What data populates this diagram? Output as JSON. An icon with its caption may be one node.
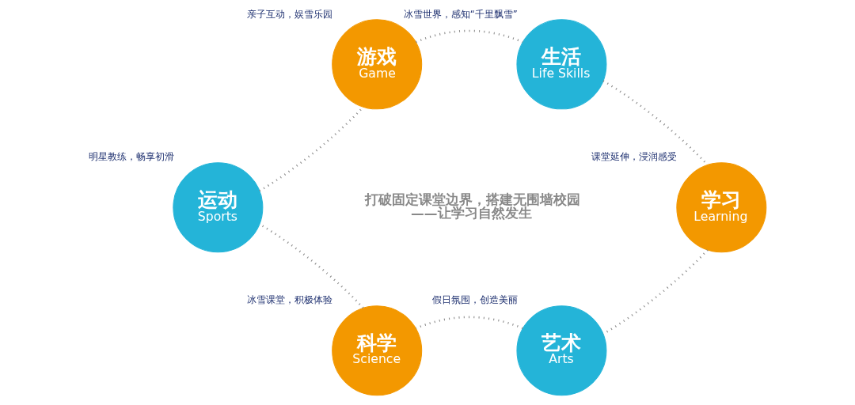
{
  "diagram": {
    "nodes": [
      {
        "text": [
          "游戏",
          "Game"
        ],
        "beside": [
          "亲子互动，娱雪乐园"
        ]
      },
      {
        "text": [
          "生活",
          "Life Skills"
        ],
        "beside": [
          "冰雪世界，感知“千里飘雪”"
        ]
      },
      {
        "text": [
          "运动",
          "Sports"
        ],
        "beside": [
          "明星教练，畅享初滑"
        ]
      },
      {
        "text": [
          "学习",
          "Learning"
        ],
        "beside": [
          "课堂延伸，浸润感受"
        ]
      },
      {
        "text": [
          "科学",
          "Science"
        ],
        "beside": [
          "冰雪课堂，积极体验"
        ]
      },
      {
        "text": [
          "艺术",
          "Arts"
        ],
        "beside": [
          "假日氛围，创造美丽"
        ]
      }
    ],
    "edges": [
      {
        "from": 0,
        "to": 1,
        "arrow": "none"
      },
      {
        "from": 1,
        "to": 3,
        "arrow": "none"
      },
      {
        "from": 3,
        "to": 5,
        "arrow": "none"
      },
      {
        "from": 5,
        "to": 4,
        "arrow": "none"
      },
      {
        "from": 4,
        "to": 2,
        "arrow": "none"
      },
      {
        "from": 2,
        "to": 0,
        "arrow": "none"
      }
    ],
    "labels": [
      "打破固定课堂边界，搭建无围墙校园",
      "——让学习自然发生"
    ]
  }
}
